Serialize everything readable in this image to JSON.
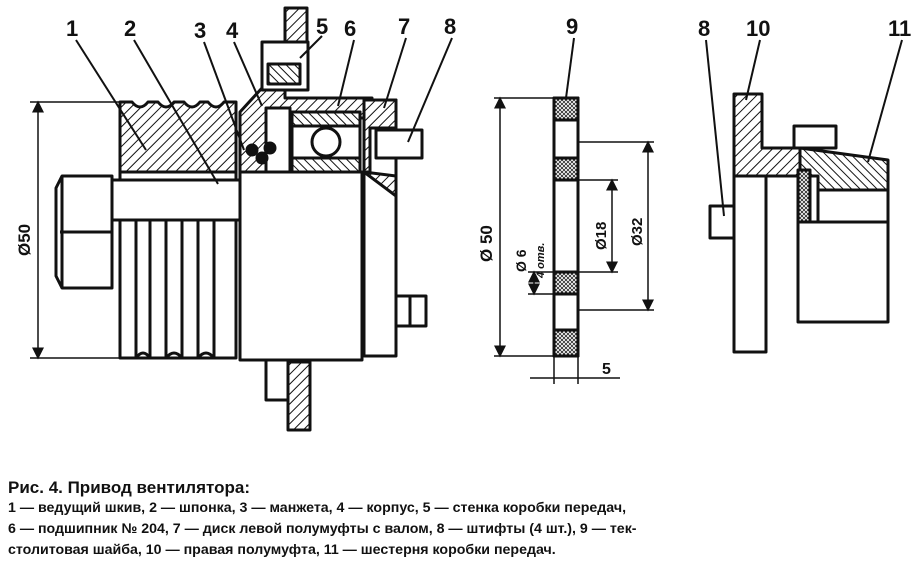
{
  "drawing": {
    "callouts": {
      "n1": "1",
      "n2": "2",
      "n3": "3",
      "n4": "4",
      "n5": "5",
      "n6": "6",
      "n7": "7",
      "n8a": "8",
      "n9": "9",
      "n8b": "8",
      "n10": "10",
      "n11": "11"
    },
    "dimensions": {
      "pulley_dia": "Ø50",
      "washer_outer": "Ø 50",
      "holes": "Ø 6",
      "holes_count": "4 отв.",
      "inner_dia": "Ø18",
      "mid_dia": "Ø32",
      "thickness": "5"
    }
  },
  "caption": {
    "title": "Рис. 4. Привод вентилятора:",
    "lines": [
      "1 — ведущий шкив, 2 — шпонка, 3 — манжета, 4 — корпус, 5 — стенка коробки передач,",
      "6 — подшипник № 204, 7 — диск левой полумуфты с валом, 8 — штифты (4 шт.), 9 — тек-",
      "столитовая шайба, 10 — правая полумуфта, 11 — шестерня коробки передач."
    ]
  }
}
